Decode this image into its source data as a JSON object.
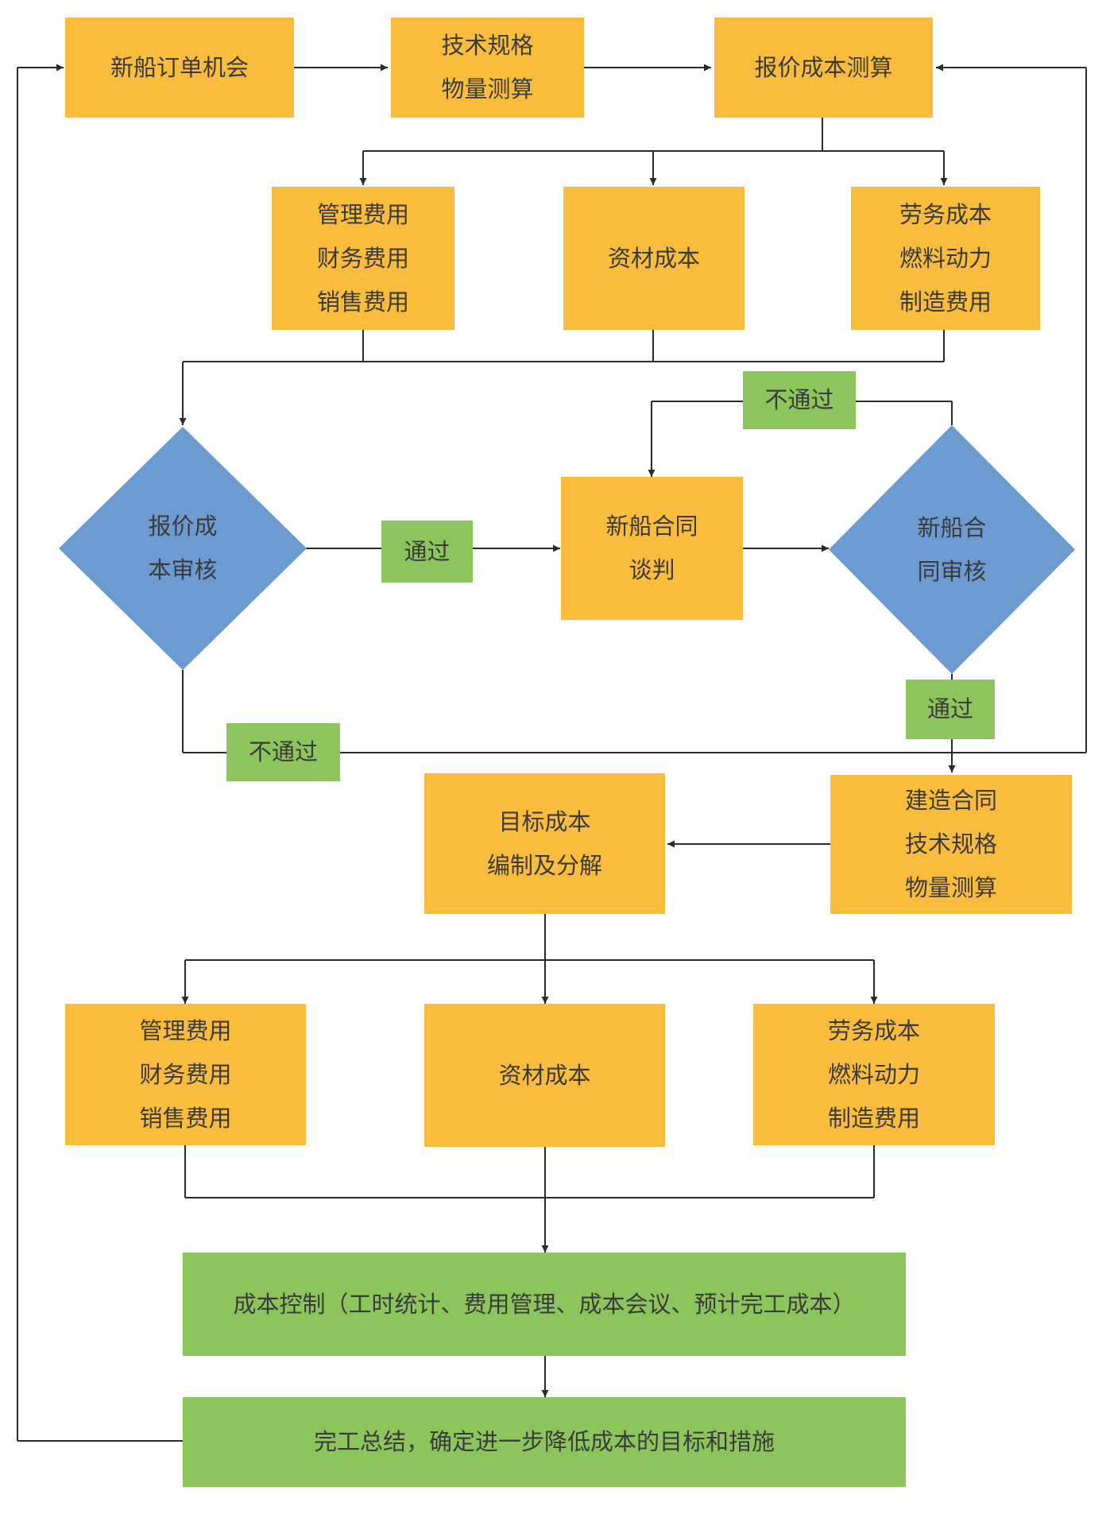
{
  "colors": {
    "process": "#f9bc3c",
    "decision": "#6c9bd2",
    "result": "#8cc55c",
    "connector": "#2b2b2b"
  },
  "nodes": {
    "new_order": {
      "lines": [
        "新船订单机会"
      ]
    },
    "tech_spec_1": {
      "lines": [
        "技术规格",
        "物量测算"
      ]
    },
    "quote_calc": {
      "lines": [
        "报价成本测算"
      ]
    },
    "admin_costs_1": {
      "lines": [
        "管理费用",
        "财务费用",
        "销售费用"
      ]
    },
    "material_1": {
      "lines": [
        "资材成本"
      ]
    },
    "labor_1": {
      "lines": [
        "劳务成本",
        "燃料动力",
        "制造费用"
      ]
    },
    "quote_review": {
      "lines": [
        "报价成",
        "本审核"
      ]
    },
    "negotiation": {
      "lines": [
        "新船合同",
        "谈判"
      ]
    },
    "contract_review": {
      "lines": [
        "新船合",
        "同审核"
      ]
    },
    "pass_1": {
      "lines": [
        "通过"
      ]
    },
    "fail_top": {
      "lines": [
        "不通过"
      ]
    },
    "pass_2": {
      "lines": [
        "通过"
      ]
    },
    "fail_bottom": {
      "lines": [
        "不通过"
      ]
    },
    "target_cost": {
      "lines": [
        "目标成本",
        "编制及分解"
      ]
    },
    "build_contract": {
      "lines": [
        "建造合同",
        "技术规格",
        "物量测算"
      ]
    },
    "admin_costs_2": {
      "lines": [
        "管理费用",
        "财务费用",
        "销售费用"
      ]
    },
    "material_2": {
      "lines": [
        "资材成本"
      ]
    },
    "labor_2": {
      "lines": [
        "劳务成本",
        "燃料动力",
        "制造费用"
      ]
    },
    "cost_control": {
      "lines": [
        "成本控制（工时统计、费用管理、成本会议、预计完工成本）"
      ]
    },
    "completion": {
      "lines": [
        "完工总结，确定进一步降低成本的目标和措施"
      ]
    }
  }
}
